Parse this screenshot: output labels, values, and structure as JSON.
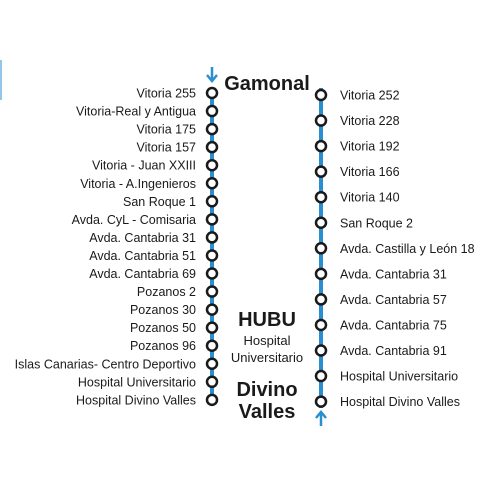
{
  "diagram": {
    "line_color": "#2a8fd0",
    "stop_fill": "#ffffff",
    "stop_stroke": "#1a1a1a",
    "text_color": "#1a1a1a",
    "hubs": {
      "top": "Gamonal",
      "middle_title": "HUBU",
      "middle_sub_1": "Hospital",
      "middle_sub_2": "Universitario",
      "bottom_1": "Divino",
      "bottom_2": "Valles"
    },
    "left_stops": [
      "Vitoria 255",
      "Vitoria-Real y Antigua",
      "Vitoria 175",
      "Vitoria 157",
      "Vitoria - Juan XXIII",
      "Vitoria - A.Ingenieros",
      "San Roque 1",
      "Avda. CyL - Comisaria",
      "Avda. Cantabria 31",
      "Avda. Cantabria 51",
      "Avda. Cantabria 69",
      "Pozanos 2",
      "Pozanos 30",
      "Pozanos 50",
      "Pozanos 96",
      "Islas Canarias- Centro Deportivo",
      "Hospital Universitario",
      "Hospital Divino Valles"
    ],
    "right_stops": [
      "Vitoria 252",
      "Vitoria 228",
      "Vitoria 192",
      "Vitoria 166",
      "Vitoria 140",
      "San Roque 2",
      "Avda. Castilla y León 18",
      "Avda. Cantabria 31",
      "Avda. Cantabria 57",
      "Avda. Cantabria 75",
      "Avda. Cantabria 91",
      "Hospital Universitario",
      "Hospital Divino Valles"
    ]
  }
}
